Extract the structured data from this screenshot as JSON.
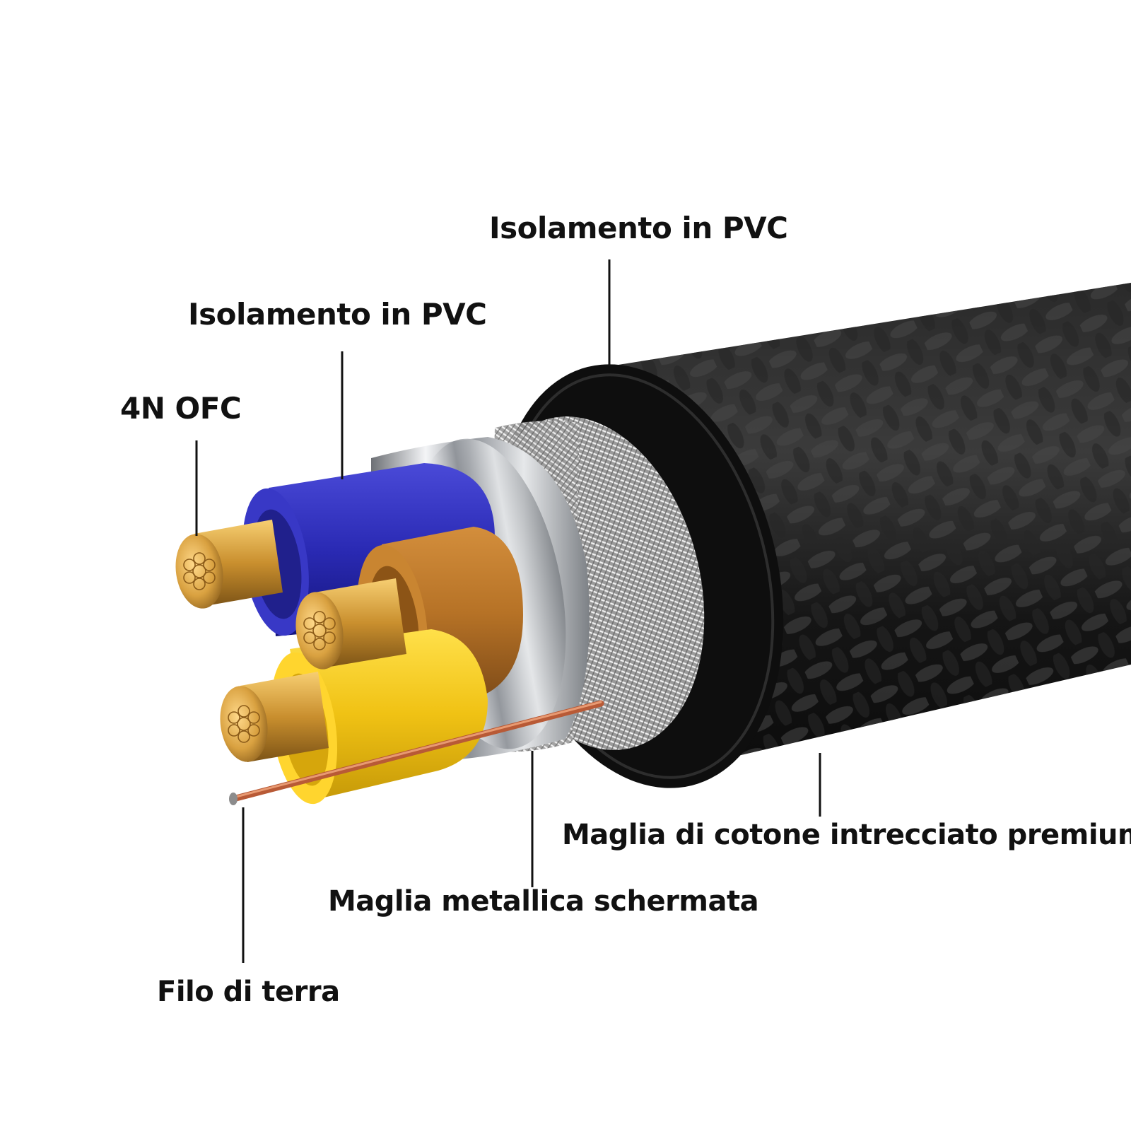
{
  "labels": {
    "outer_insulation": "Isolamento in PVC",
    "inner_insulation": "Isolamento in PVC",
    "conductor": "4N OFC",
    "cotton_braid": "Maglia di cotone intrecciato premium",
    "metal_shield": "Maglia metallica schermata",
    "ground_wire": "Filo di terra"
  },
  "colors": {
    "leader_line": "#111111",
    "jacket": "#1c1c1c",
    "jacket_highlight": "#3a3a3a",
    "end_ring": "#0d0d0d",
    "braid_shield": "#c9c9c9",
    "foil": "#b8bcc2",
    "core_blue": "#2f2fb8",
    "core_brown": "#b8742a",
    "core_yellow": "#f2c418",
    "copper": "#d9a53a",
    "ground_copper": "#c8623a"
  }
}
